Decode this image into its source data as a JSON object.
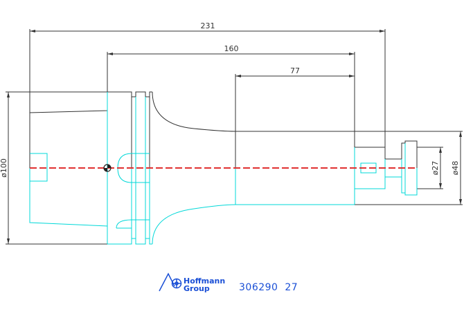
{
  "dimensions": {
    "total_length": "231",
    "gauge_length": "160",
    "neck_length": "77",
    "flange_diameter": "ø100",
    "clamp_diameter": "ø27",
    "nose_diameter": "ø48"
  },
  "brand": {
    "line1": "Hoffmann",
    "line2": "Group",
    "color": "#1a4fd6"
  },
  "part_number": "306290  27",
  "colors": {
    "part_outline": "#00d8d8",
    "dimension_lines": "#333333",
    "centerline": "#e03030"
  }
}
